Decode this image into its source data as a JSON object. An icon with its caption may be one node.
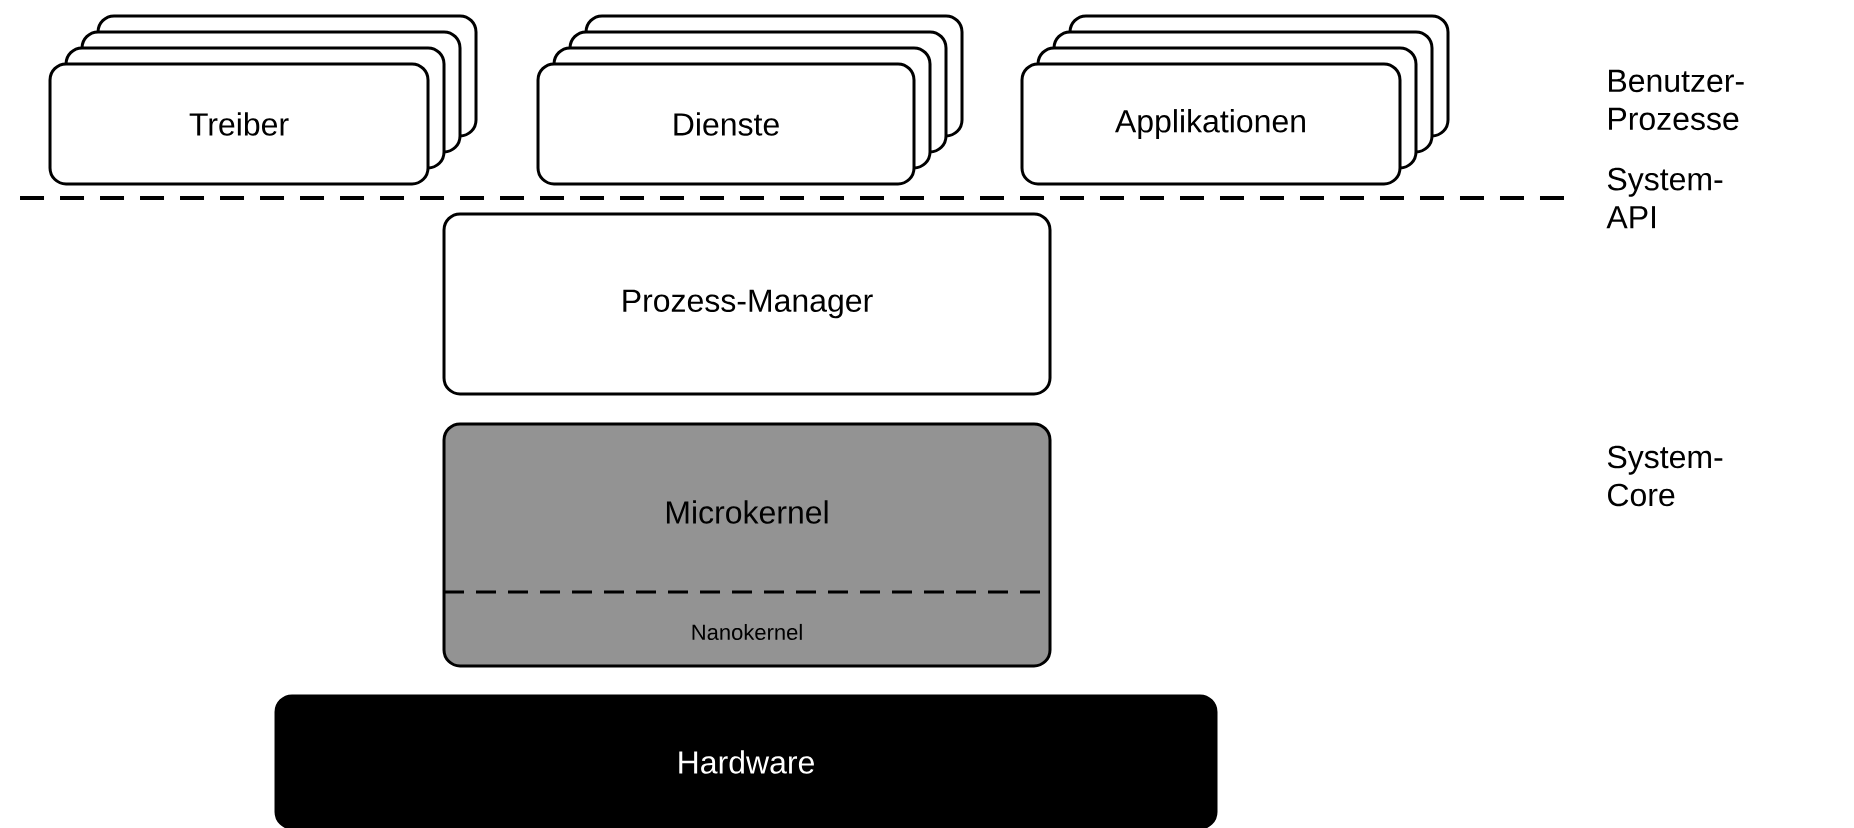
{
  "diagram": {
    "nodes": [
      {
        "text": [
          "Treiber"
        ]
      },
      {
        "text": [
          "Dienste"
        ]
      },
      {
        "text": [
          "Applikationen"
        ]
      },
      {
        "text": [
          "Prozess-Manager"
        ]
      },
      {
        "text": [
          "Microkernel",
          "Nanokernel"
        ]
      },
      {
        "text": [
          "Hardware"
        ]
      }
    ],
    "labels": [
      "Benutzer-Prozesse",
      "System-API",
      "System-Core"
    ]
  }
}
